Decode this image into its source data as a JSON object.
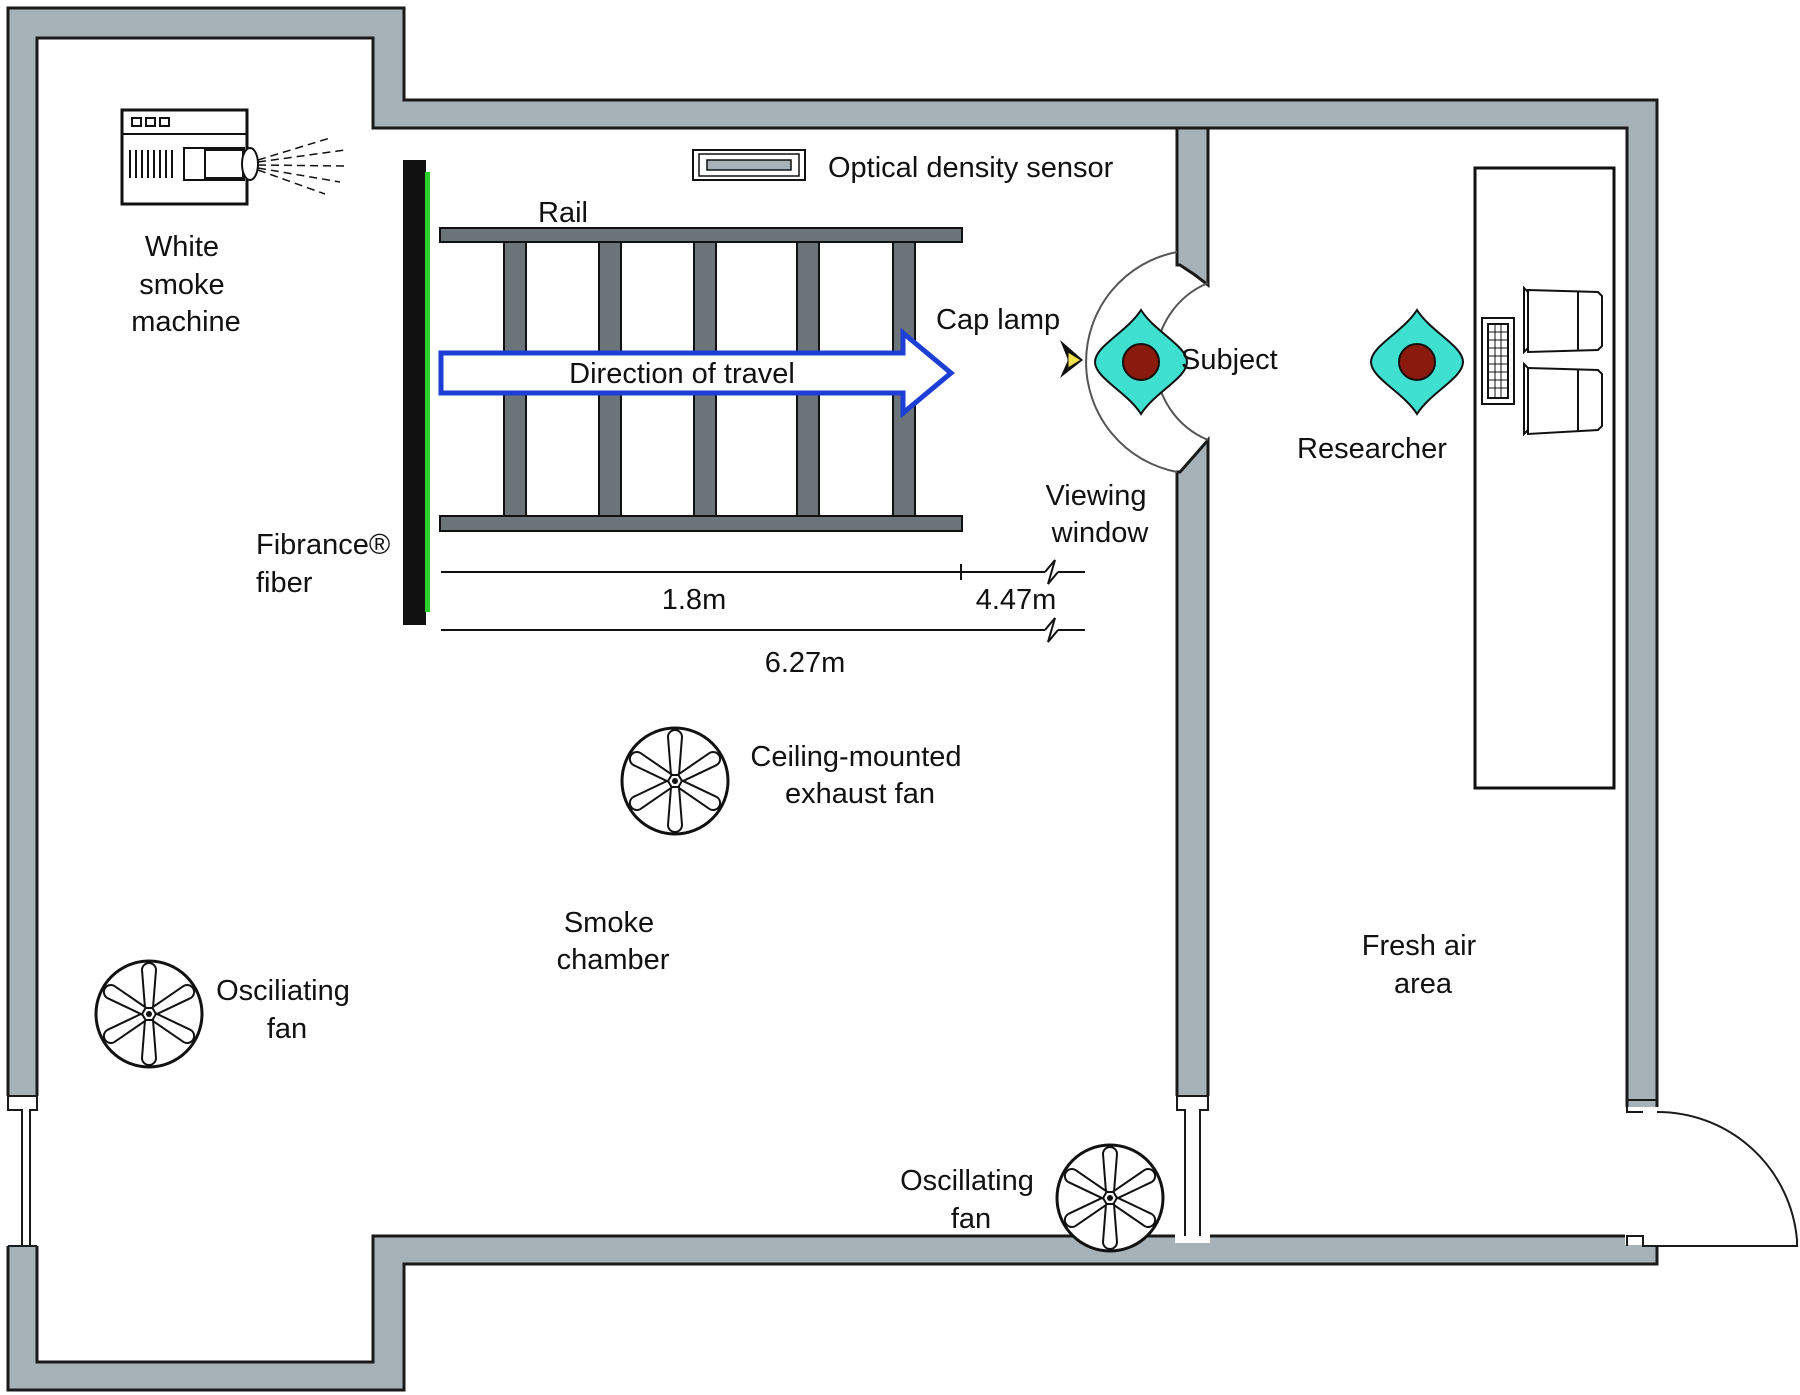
{
  "labels": {
    "smoke_machine": [
      "White",
      "smoke",
      "machine"
    ],
    "optical_sensor": "Optical density sensor",
    "rail": "Rail",
    "direction": "Direction of travel",
    "cap_lamp": "Cap lamp",
    "subject": "Subject",
    "researcher": "Researcher",
    "viewing_window": [
      "Viewing",
      "window"
    ],
    "fibrance": [
      "Fibrance®",
      "fiber"
    ],
    "dim_short": "1.8m",
    "dim_mid": "4.47m",
    "dim_total": "6.27m",
    "exhaust_fan": [
      "Ceiling-mounted",
      "exhaust fan"
    ],
    "smoke_chamber": [
      "Smoke",
      "chamber"
    ],
    "fresh_air": [
      "Fresh air",
      "area"
    ],
    "osc_fan_left": [
      "Osciliating",
      "fan"
    ],
    "osc_fan_bottom": [
      "Oscillating",
      "fan"
    ]
  },
  "colors": {
    "wall": "#a6b2b8",
    "fiber": "#2bd12b",
    "arrow": "#1e3fd6",
    "head": "#8a1a0e",
    "body": "#3fe0cf",
    "lamp": "#f2e34a"
  },
  "icons": [
    "smoke-machine-icon",
    "fan-icon",
    "person-icon",
    "computer-icon",
    "monitor-icon",
    "door-icon"
  ]
}
